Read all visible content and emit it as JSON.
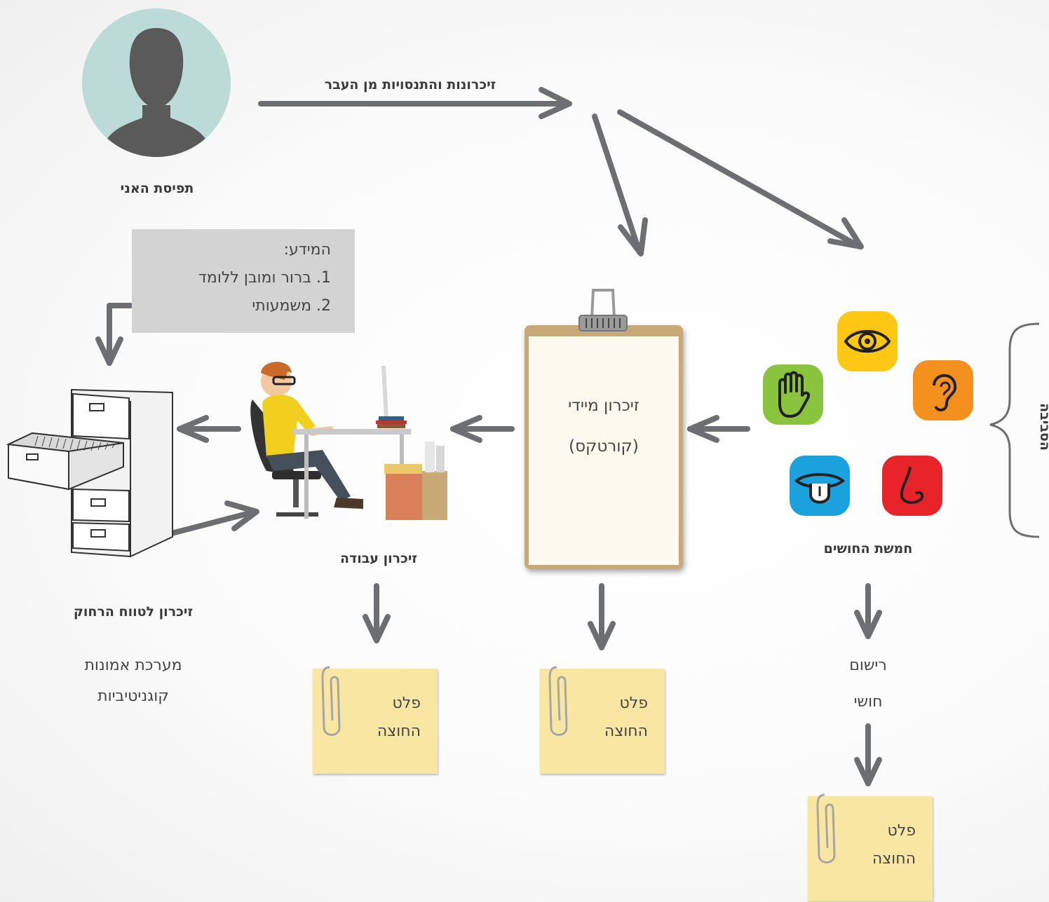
{
  "self_perception": {
    "label": "תפיסת האני"
  },
  "past": {
    "label": "זיכרונות והתנסויות מן העבר"
  },
  "information_box": {
    "title": "המידע:",
    "items": [
      "1. ברור ומובן ללומד",
      "2. משמעותי"
    ]
  },
  "environment": {
    "label": "הסביבה"
  },
  "five_senses": {
    "label": "חמשת החושים",
    "icons": [
      {
        "name": "eye-icon",
        "color": "#fdc713"
      },
      {
        "name": "ear-icon",
        "color": "#f4901e"
      },
      {
        "name": "nose-icon",
        "color": "#e8242b"
      },
      {
        "name": "tongue-icon",
        "color": "#1ba1dc"
      },
      {
        "name": "hand-icon",
        "color": "#8ac43f"
      }
    ]
  },
  "sensory_memory": {
    "line1": "זיכרון מיידי",
    "line2": "(קורטקס)"
  },
  "working_memory": {
    "label": "זיכרון עבודה"
  },
  "long_term_memory": {
    "label": "זיכרון לטווח הרחוק",
    "sub_line1": "מערכת אמונות",
    "sub_line2": "קוגניטיביות"
  },
  "sensory_register": {
    "line1": "רישום",
    "line2": "חושי"
  },
  "notes": [
    {
      "line1": "פלט",
      "line2": "החוצה"
    },
    {
      "line1": "פלט",
      "line2": "החוצה"
    },
    {
      "line1": "פלט",
      "line2": "החוצה"
    }
  ],
  "colors": {
    "arrow": "#6d6e71",
    "note": "#f8e6a2",
    "clipboard": "#c9a877",
    "avatar_bg": "#bcdad6"
  }
}
